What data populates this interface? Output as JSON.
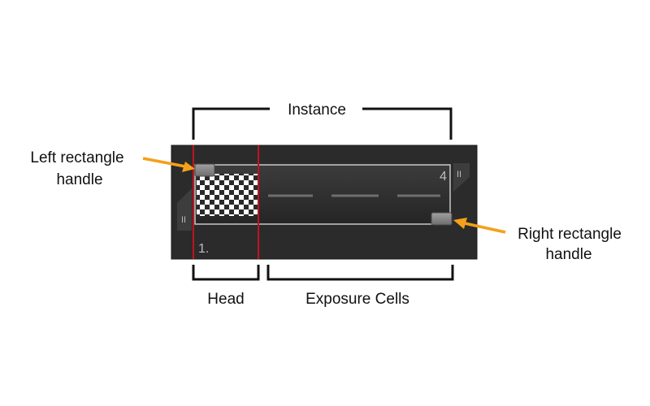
{
  "labels": {
    "instance": "Instance",
    "left_handle_line1": "Left rectangle",
    "left_handle_line2": "handle",
    "right_handle_line1": "Right rectangle",
    "right_handle_line2": "handle",
    "head": "Head",
    "exposure_cells": "Exposure Cells"
  },
  "panel": {
    "frame_start": "1.",
    "frame_count": "4",
    "grip_left": "II",
    "grip_right": "II"
  },
  "colors": {
    "panel_bg": "#2b2b2b",
    "instance_border": "#c8c8c8",
    "head_marker": "#c0141e",
    "arrow": "#f5a01a",
    "bracket": "#111111",
    "handle": "#8a8a8a"
  }
}
